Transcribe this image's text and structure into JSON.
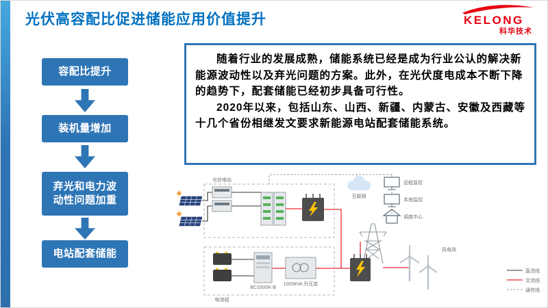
{
  "slide": {
    "title": "光伏高容配比促进储能应用价值提升",
    "logo": {
      "brand": "KELONG",
      "subbrand": "科华技术"
    }
  },
  "flowchart": {
    "steps": [
      {
        "label": "容配比提升"
      },
      {
        "label": "装机量增加"
      },
      {
        "label": "弃光和电力波动性问题加重"
      },
      {
        "label": "电站配套储能"
      }
    ]
  },
  "infobox": {
    "paragraphs": [
      "随着行业的发展成熟，储能系统已经是成为行业公认的解决新能源波动性以及弃光问题的方案。此外，在光伏度电成本不断下降的趋势下，配套储能已经初步具备可行性。",
      "2020年以来，包括山东、山西、新疆、内蒙古、安徽及西藏等十几个省份相继发文要求新能源电站配套储能系统。"
    ]
  },
  "diagram": {
    "pv_station_label": "光伏电站",
    "internet_label": "互联网",
    "remote_monitor_label": "远程监控",
    "local_monitor_label": "本地监控",
    "dispatch_center_label": "调度中心",
    "wind_farm_label": "风电场",
    "battery_label": "电池组",
    "pcs_label": "BCS500K-B",
    "transformer_label": "1000kVA 升压变",
    "legend": [
      {
        "label": "直流线",
        "color": "#000000",
        "dashed": false
      },
      {
        "label": "交流线",
        "color": "#f0282d",
        "dashed": false
      },
      {
        "label": "通信线",
        "color": "#a3a3a3",
        "dashed": true
      }
    ]
  },
  "colors": {
    "accent_blue": "#2e75b6",
    "title_blue": "#0070c0",
    "logo_red": "#e60012"
  }
}
